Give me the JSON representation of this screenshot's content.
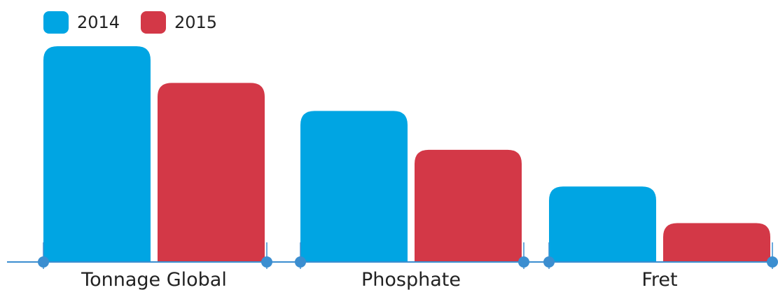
{
  "chart_data": {
    "type": "bar",
    "categories": [
      "Tonnage Global",
      "Phosphate",
      "Fret"
    ],
    "series": [
      {
        "name": "2014",
        "values": [
          100,
          70,
          35
        ],
        "color": "#00a5e3"
      },
      {
        "name": "2015",
        "values": [
          83,
          52,
          18
        ],
        "color": "#d33847"
      }
    ],
    "ylim": [
      0,
      100
    ],
    "grid": false,
    "legend": "top-left",
    "axis_color": "#3b8ed0"
  }
}
